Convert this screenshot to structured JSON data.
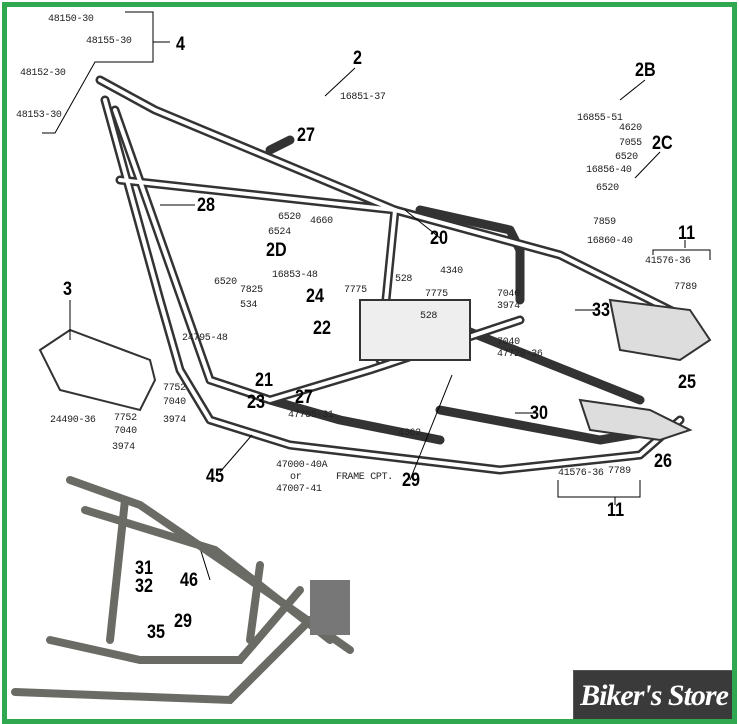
{
  "callouts": [
    "4",
    "2",
    "2B",
    "2C",
    "27",
    "28",
    "20",
    "11",
    "2D",
    "3",
    "24",
    "22",
    "33",
    "25",
    "21",
    "23",
    "27",
    "30",
    "45",
    "29",
    "26",
    "11",
    "46",
    "31",
    "32",
    "35",
    "29"
  ],
  "parts": [
    "48150-30",
    "48155-30",
    "48152-30",
    "48153-30",
    "16851-37",
    "16855-51",
    "4620",
    "7055",
    "6520",
    "16856-40",
    "6520",
    "7859",
    "16860-40",
    "41576-36",
    "7789",
    "6520",
    "4660",
    "6524",
    "16853-48",
    "6520",
    "7825",
    "534",
    "24795-48",
    "24490-36",
    "7752",
    "7040",
    "7752",
    "3974",
    "7040",
    "3974",
    "7775",
    "528",
    "7775",
    "528",
    "4340",
    "7040",
    "3974",
    "7040",
    "47720-36",
    "47755-31",
    "4362",
    "47000-40A",
    "or",
    "47007-41",
    "FRAME CPT.",
    "41576-36",
    "7789"
  ],
  "logo": "Biker's Store",
  "colors": {
    "border": "#2fa84f",
    "logo_bg": "#3a3a3a"
  }
}
